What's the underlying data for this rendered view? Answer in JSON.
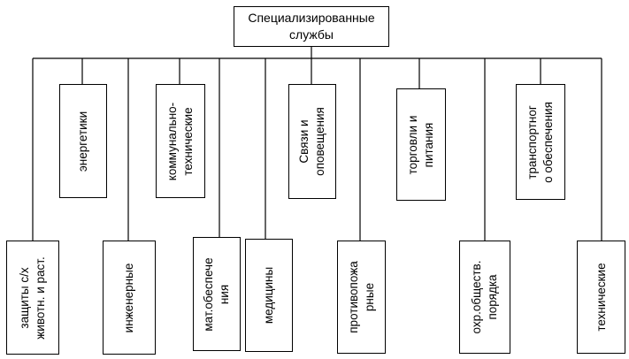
{
  "root": {
    "label": "Специализированные\nслужбы"
  },
  "services": [
    {
      "id": "zashchity",
      "label": "защиты с/х\nживотн. и раст."
    },
    {
      "id": "energetiki",
      "label": "энергетики"
    },
    {
      "id": "inzhenernye",
      "label": "инженерные"
    },
    {
      "id": "kommunalno",
      "label": "коммунально-\nтехнические"
    },
    {
      "id": "mat-obespechenie",
      "label": "мат.обеспече\nния"
    },
    {
      "id": "mediciny",
      "label": "медицины"
    },
    {
      "id": "svyazi",
      "label": "Связи и\nоповещения"
    },
    {
      "id": "protivopozharnye",
      "label": "противопожа\nрные"
    },
    {
      "id": "torgovli",
      "label": "торговли и\nпитания"
    },
    {
      "id": "ohrana-poryadka",
      "label": "охр.обществ.\nпорядка"
    },
    {
      "id": "transportnogo",
      "label": "транспортног\nо обеспечения"
    },
    {
      "id": "tehnicheskie",
      "label": "технические"
    }
  ]
}
